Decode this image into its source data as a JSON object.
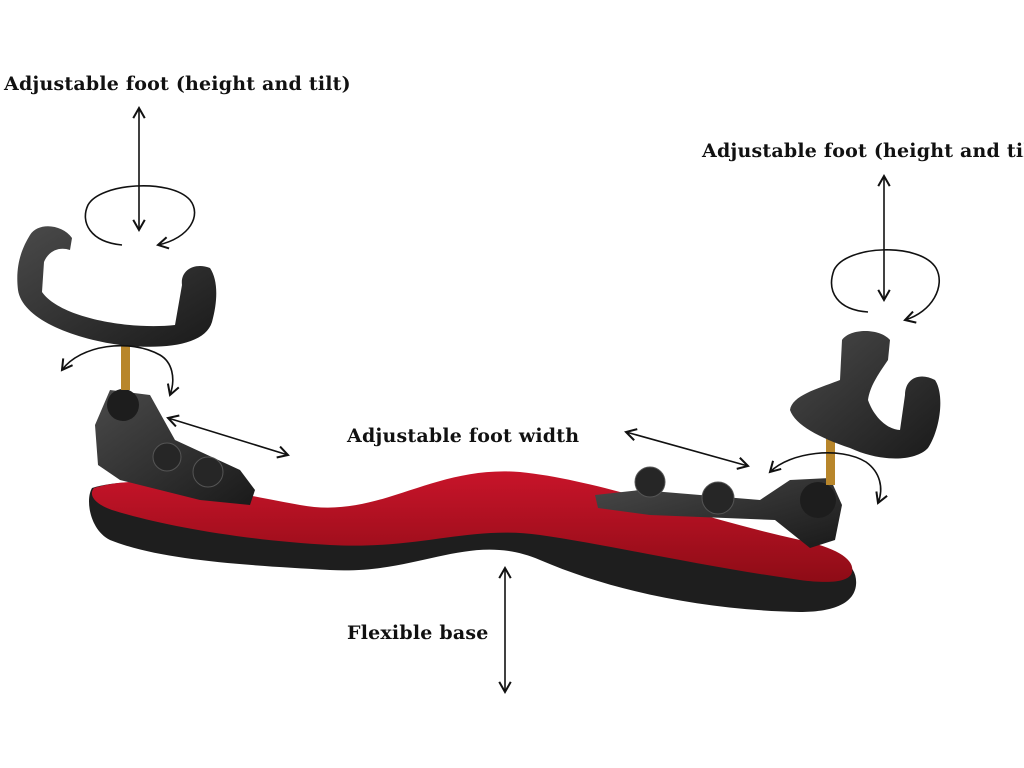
{
  "labels": {
    "left_foot": "Adjustable foot (height and tilt)",
    "right_foot": "Adjustable foot (height and tilt)",
    "foot_width": "Adjustable foot width",
    "base": "Flexible base"
  },
  "colors": {
    "pad_red": "#b0111d",
    "foam_black": "#1f1f1f",
    "plastic_black": "#2a2a2a",
    "screw_brass": "#b8862b",
    "arrow": "#111111"
  }
}
